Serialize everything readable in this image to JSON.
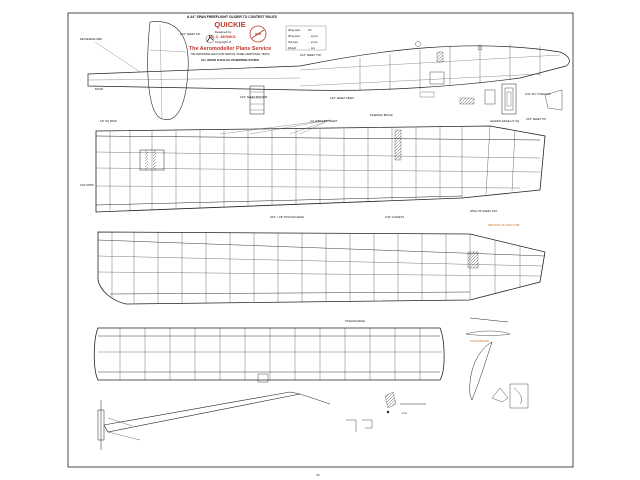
{
  "title_block": {
    "header": "A 44\" SPAN FREEFLIGHT GLIDER TO CONTEST RULES",
    "name": "QUICKIE",
    "designed_by": "Designed by",
    "designer": "R. C. MONKS",
    "copyright": "Copyright of",
    "publisher": "The Aeromodeller Plans Service",
    "address": "THE AEROMODELLER PLANS SERVICE, HEMEL HEMPSTEAD, HERTS",
    "note": "ALL WOOD IS BALSA OTHERWISE STATED"
  },
  "specs": {
    "rows": [
      {
        "k": "Wing span",
        "v": "44\""
      },
      {
        "k": "Wing area",
        "v": "... sq ins"
      },
      {
        "k": "Tail area",
        "v": "... sq ins"
      },
      {
        "k": "Weight",
        "v": "... ozs"
      }
    ]
  },
  "labels": {
    "fuse_fin": "1/16\" SHEET FIN",
    "fuse_boom": "BOOM",
    "fuse_top": "1/16\" SHEET TOP",
    "fuse_bottom": "1/16\" SHEET BOTTOM",
    "ply_towhook": "1/32\" PLY TOWHOOK",
    "fuse_sides": "1/16\" SHEET SIDES",
    "dethermal": "DETHERMALISER",
    "trailing": "TRAILING EDGE",
    "spar": "1/8\" SQ SPAR",
    "ribs": "ALL RIBS 1/16\" SHEET",
    "dihedral": "DIHEDRAL BRACE",
    "le": "LEADING EDGE 1/4\" SQ",
    "te_wing": "3/16\" x 1/8\" TRAILING EDGE",
    "gussets": "1/32\" GUSSETS",
    "cap_strip": "CAP STRIP",
    "tip": "1/16\" SHEET TIP",
    "wing_note": "WING TIP SHEET 1/16\"",
    "section_label": "SECTION OF ROOT RIB",
    "tailplane_label": "TAILPLANE RIB",
    "cf": "C.G."
  },
  "page_number": "22"
}
